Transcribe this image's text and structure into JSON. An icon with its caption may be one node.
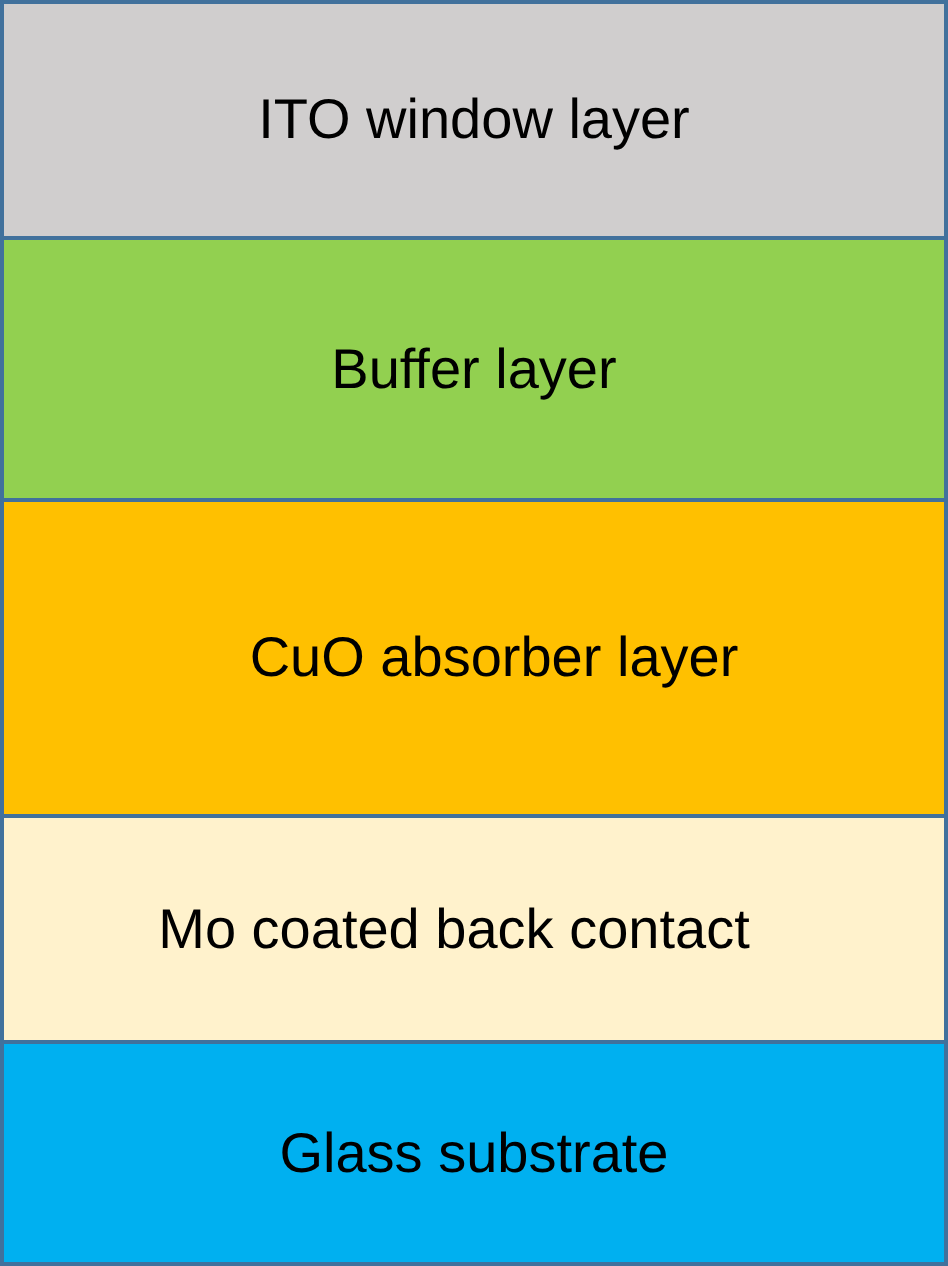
{
  "diagram": {
    "nodes": [
      {
        "text": [
          "ITO window layer"
        ]
      },
      {
        "text": [
          "Buffer layer"
        ]
      },
      {
        "text": [
          "CuO absorber layer"
        ]
      },
      {
        "text": [
          "Mo coated back contact"
        ]
      },
      {
        "text": [
          "Glass substrate"
        ]
      }
    ]
  }
}
